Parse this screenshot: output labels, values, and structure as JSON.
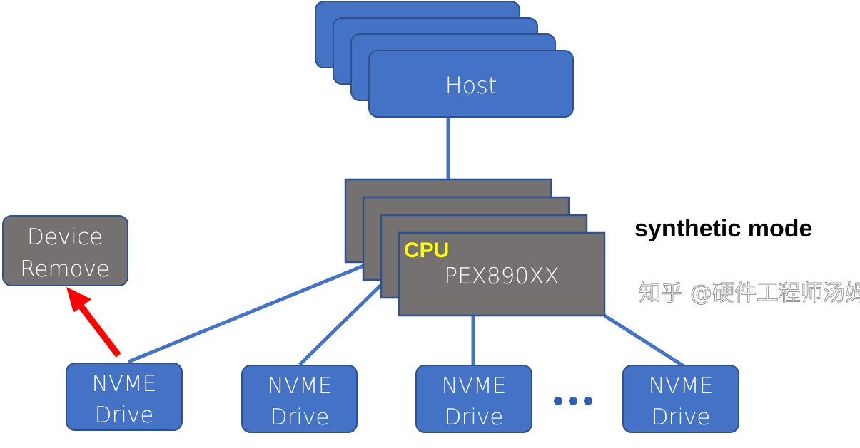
{
  "host": {
    "label": "Host",
    "fill": "#4472c4",
    "stroke": "#2f528f"
  },
  "switch": {
    "title": "CPU",
    "label": "PEX890XX",
    "fill": "#767171",
    "title_color": "#ffff00"
  },
  "device_remove": {
    "line1": "Device",
    "line2": "Remove",
    "fill": "#767171"
  },
  "drives": [
    {
      "line1": "NVME",
      "line2": "Drive"
    },
    {
      "line1": "NVME",
      "line2": "Drive"
    },
    {
      "line1": "NVME",
      "line2": "Drive"
    },
    {
      "line1": "NVME",
      "line2": "Drive"
    }
  ],
  "mode_label": "synthetic mode",
  "arrow_color": "#ff0000",
  "link_color": "#4472c4",
  "watermark": "知乎 @硬件工程师汤姆"
}
